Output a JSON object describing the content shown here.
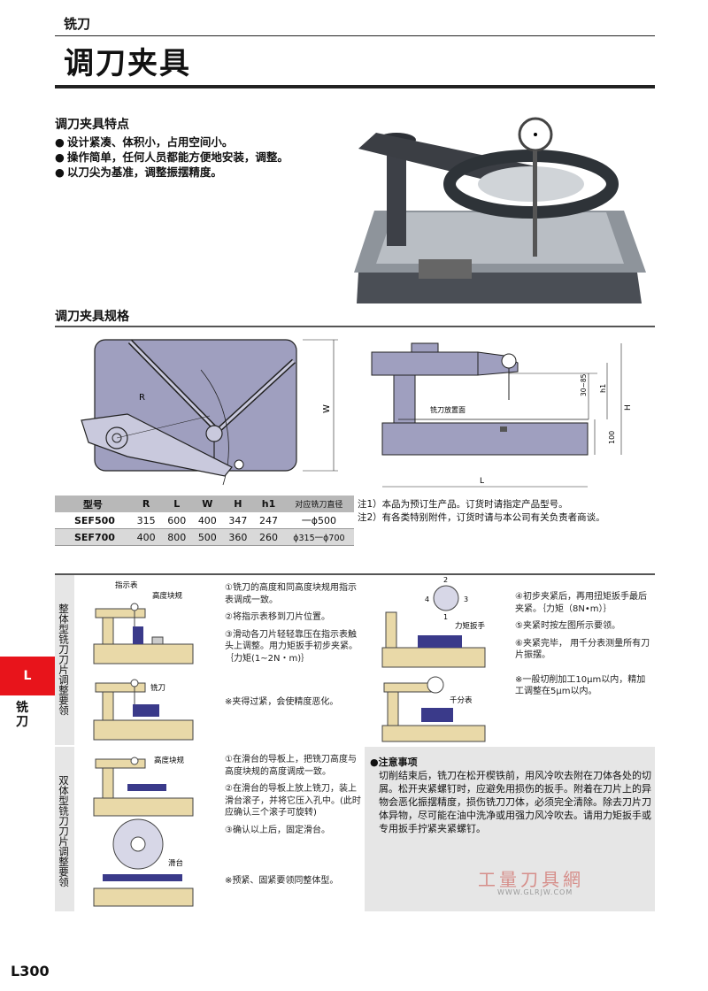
{
  "header": {
    "category": "铣刀",
    "title": "调刀夹具"
  },
  "features": {
    "heading": "调刀夹具特点",
    "items": [
      "设计紧凑、体积小，占用空间小。",
      "操作简单，任何人员都能方便地安装，调整。",
      "以刀尖为基准，调整振摆精度。"
    ]
  },
  "spec": {
    "heading": "调刀夹具规格",
    "top_labels": {
      "r": "R",
      "w": "W",
      "cutter_face": "铣刀放置面",
      "h1": "h1",
      "h": "H",
      "range": "30~85",
      "base": "100",
      "l": "L"
    },
    "columns": [
      "型号",
      "R",
      "L",
      "W",
      "H",
      "h1",
      "对应铣刀直径"
    ],
    "rows": [
      [
        "SEF500",
        "315",
        "600",
        "400",
        "347",
        "247",
        "一ϕ500"
      ],
      [
        "SEF700",
        "400",
        "800",
        "500",
        "360",
        "260",
        "ϕ315一ϕ700"
      ]
    ],
    "notes": [
      "注1）本品为预订生产品。订货时请指定产品型号。",
      "注2）有各类特别附件，订货时请与本公司有关负责者商谈。"
    ]
  },
  "procedures": {
    "integral": {
      "label": "整体型铣刀刀片调整要领",
      "fig_labels": {
        "indicator": "指示表",
        "height_block": "高度块规",
        "cutter": "铣刀",
        "n2": "2",
        "n4": "4",
        "n3": "3",
        "n1": "1",
        "torque_wrench": "力矩扳手",
        "dial": "千分表"
      },
      "steps_a": [
        "①铣刀的高度和同高度块规用指示表调成一致。",
        "②将指示表移到刀片位置。",
        "③滑动各刀片轻轻靠压在指示表触头上调整。用力矩扳手初步夹紧。｛力矩(1~2N・m)｝"
      ],
      "note_a": "※夹得过紧，会使精度恶化。",
      "steps_b": [
        "④初步夹紧后，再用扭矩扳手最后夹紧。｛力矩（8N•m）｝",
        "⑤夹紧时按左图所示要领。",
        "⑥夹紧完毕， 用千分表测量所有刀片振摆。"
      ],
      "note_b": "※一般切削加工10μm以内，精加工调整在5μm以内。"
    },
    "double": {
      "label": "双体型铣刀刀片调整要领",
      "fig_labels": {
        "height_block": "高度块规",
        "slide": "滑台"
      },
      "steps": [
        "①在滑台的导板上，把铣刀高度与高度块规的高度调成一致。",
        "②在滑台的导板上放上铣刀，装上滑台滚子，并将它压入孔中。(此时应确认三个滚子可旋转)",
        "③确认以上后，固定滑台。"
      ],
      "note": "※预紧、固紧要领同整体型。",
      "caution_title": "●注意事项",
      "caution_text": "切削结束后，铣刀在松开楔铁前，用风冷吹去附在刀体各处的切屑。松开夹紧螺钉时，应避免用损伤的扳手。附着在刀片上的异物会恶化振摆精度，损伤铣刀刀体，必须完全清除。除去刀片刀体异物，尽可能在油中洗净或用强力风冷吹去。请用力矩扳手或专用扳手拧紧夹紧螺钉。"
    }
  },
  "watermark": {
    "name": "工量刀具網",
    "url": "WWW.GLRJW.COM"
  },
  "side": {
    "tab": "L",
    "label": "铣刀"
  },
  "footer": {
    "page": "L300"
  },
  "colors": {
    "accent": "#e8141b",
    "plate": "#9f9fbf",
    "band": "#e6e6e6"
  }
}
